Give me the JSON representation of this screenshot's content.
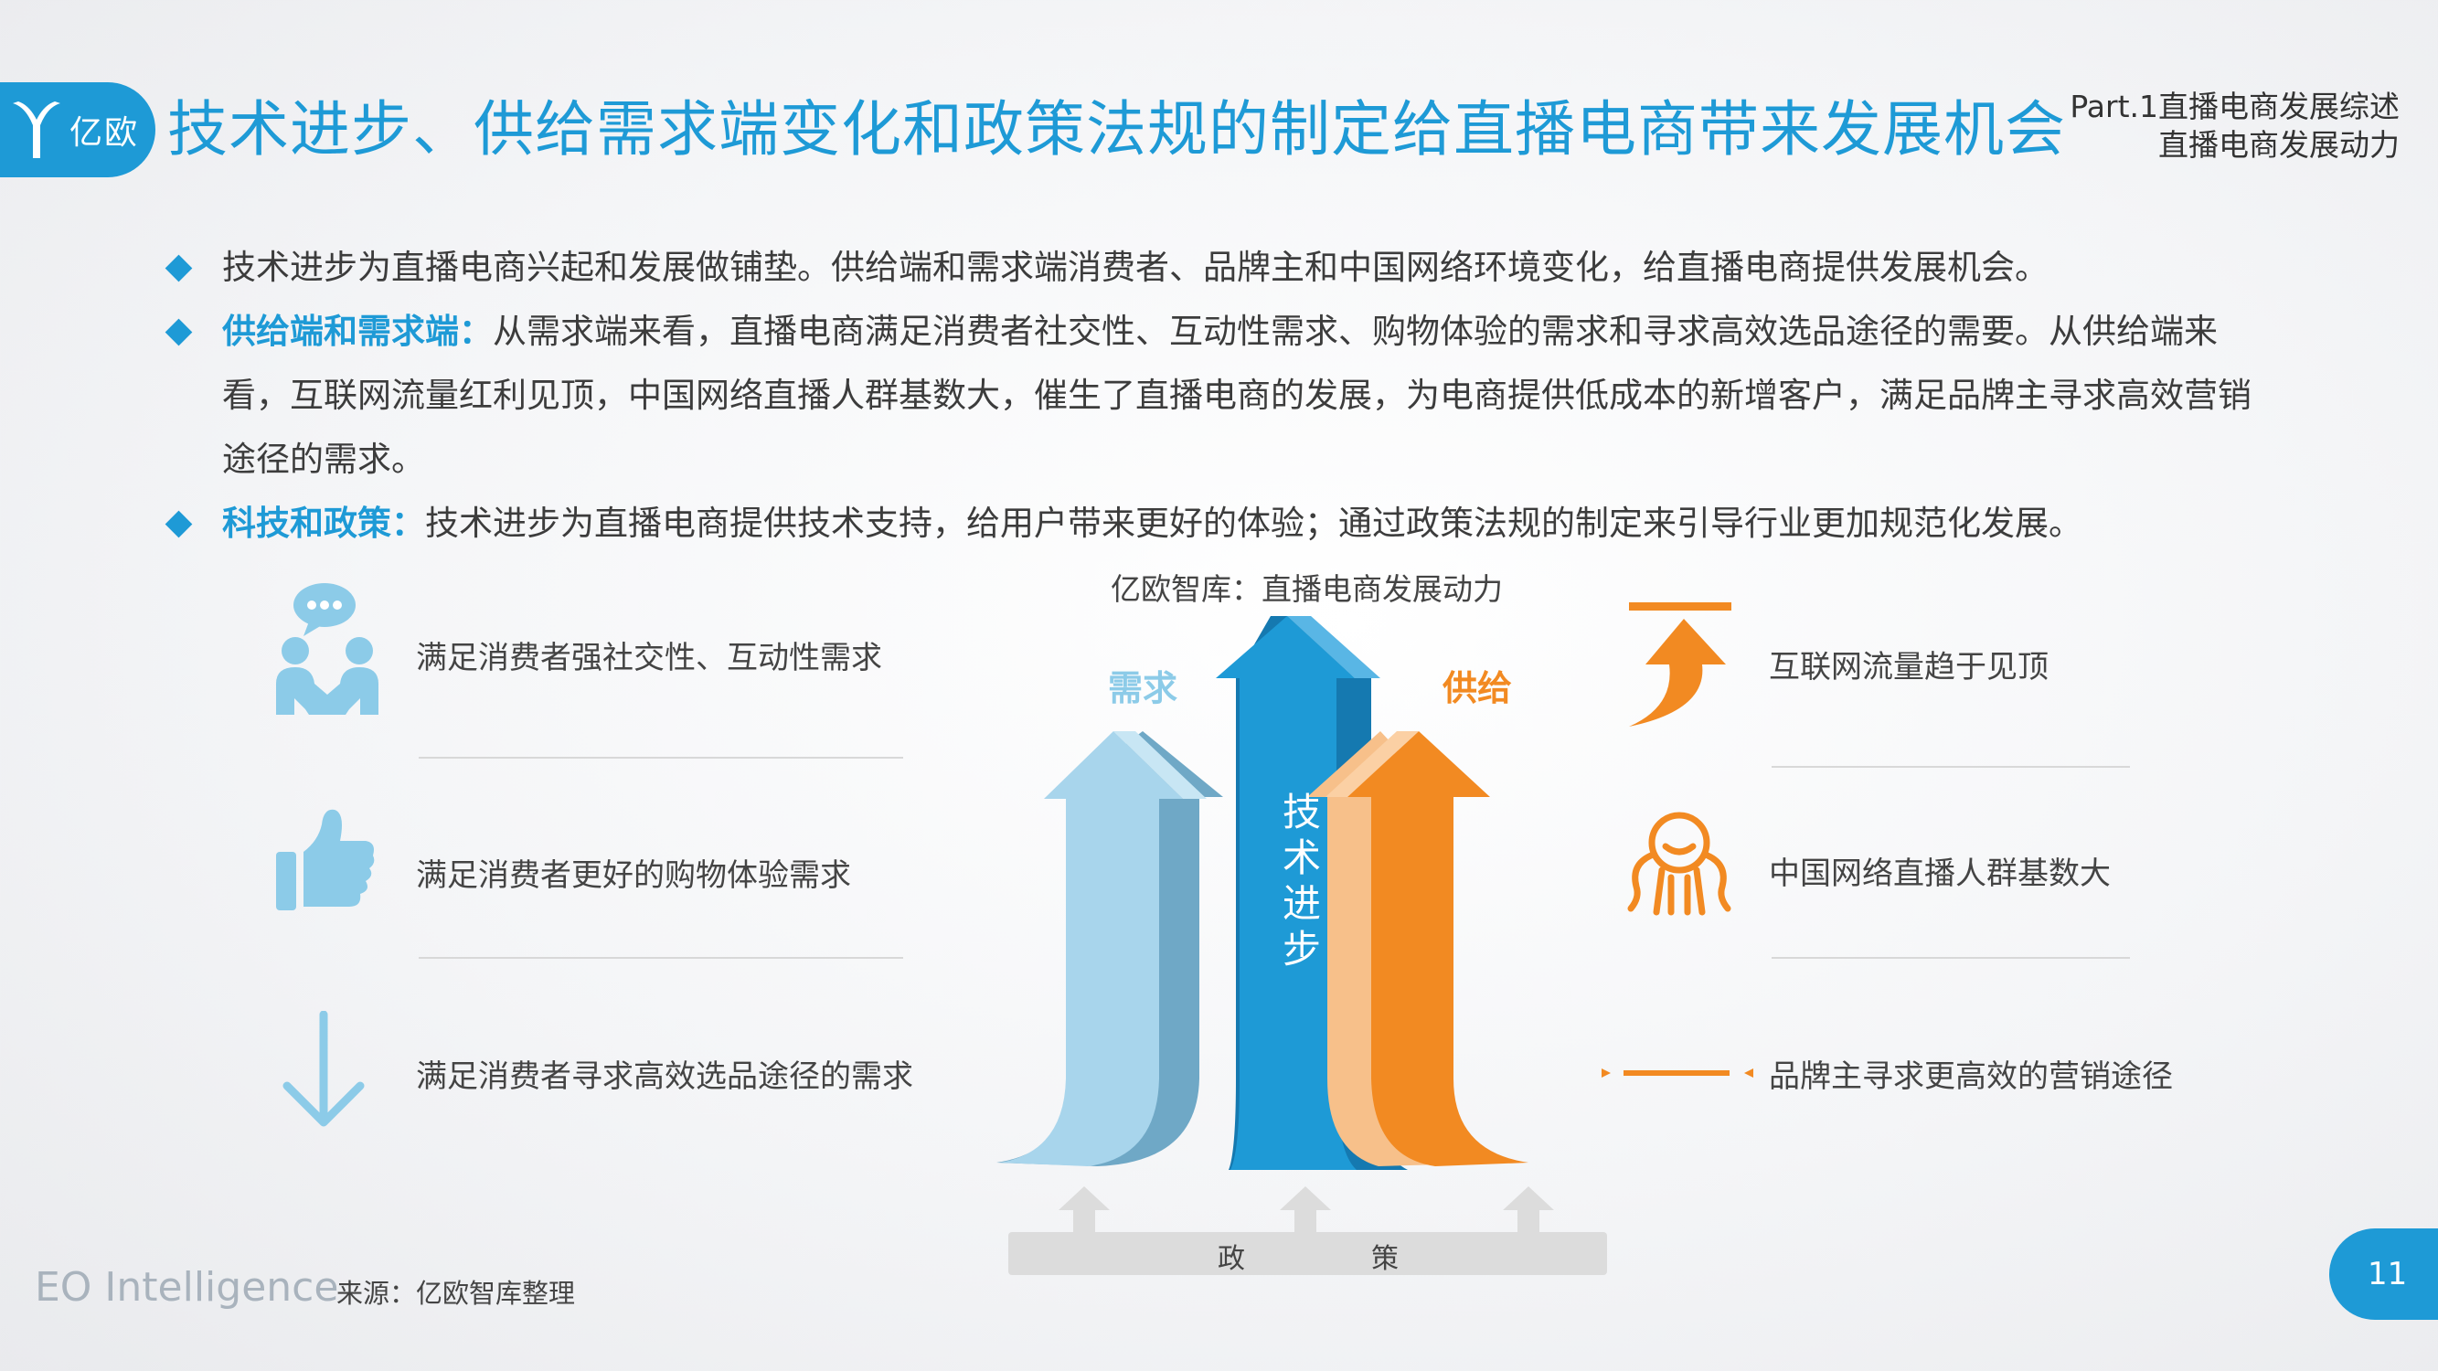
{
  "header": {
    "logo_text": "亿欧",
    "title": "技术进步、供给需求端变化和政策法规的制定给直播电商带来发展机会",
    "part_line1": "Part.1直播电商发展综述",
    "part_line2": "直播电商发展动力"
  },
  "bullets": [
    {
      "highlight": "",
      "text": "技术进步为直播电商兴起和发展做铺垫。供给端和需求端消费者、品牌主和中国网络环境变化，给直播电商提供发展机会。"
    },
    {
      "highlight": "供给端和需求端：",
      "text": "从需求端来看，直播电商满足消费者社交性、互动性需求、购物体验的需求和寻求高效选品途径的需要。从供给端来看，互联网流量红利见顶，中国网络直播人群基数大，催生了直播电商的发展，为电商提供低成本的新增客户，满足品牌主寻求高效营销途径的需求。"
    },
    {
      "highlight": "科技和政策：",
      "text": "技术进步为直播电商提供技术支持，给用户带来更好的体验；通过政策法规的制定来引导行业更加规范化发展。"
    }
  ],
  "diagram": {
    "title": "亿欧智库：直播电商发展动力",
    "demand_label": "需求",
    "supply_label": "供给",
    "tech_chars": [
      "技",
      "术",
      "进",
      "步"
    ],
    "policy_chars": [
      "政",
      "策"
    ],
    "colors": {
      "demand": "#8ccbe8",
      "tech": "#1e9ad6",
      "supply": "#f28a22"
    }
  },
  "demand_items": [
    {
      "icon": "people-chat-icon",
      "text": "满足消费者强社交性、互动性需求"
    },
    {
      "icon": "thumbs-up-icon",
      "text": "满足消费者更好的购物体验需求"
    },
    {
      "icon": "arrow-down-icon",
      "text": "满足消费者寻求高效选品途径的需求"
    }
  ],
  "supply_items": [
    {
      "icon": "peak-arrow-icon",
      "text": "互联网流量趋于见顶"
    },
    {
      "icon": "crowd-person-icon",
      "text": "中国网络直播人群基数大"
    },
    {
      "icon": "line-marker-icon",
      "text": "品牌主寻求更高效的营销途径"
    }
  ],
  "footer": {
    "brand": "EO Intelligence",
    "source": "来源：亿欧智库整理",
    "page": "11"
  }
}
